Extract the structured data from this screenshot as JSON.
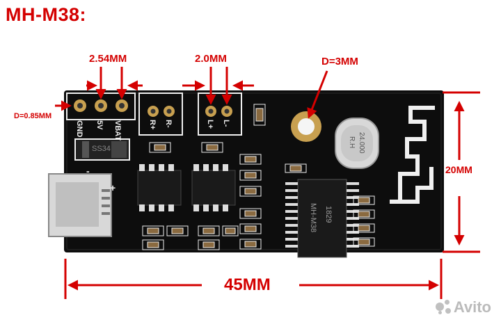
{
  "title": "MH-M38:",
  "dimensions": {
    "pin_pitch": "2.54MM",
    "speaker_pitch": "2.0MM",
    "hole_diameter": "D=3MM",
    "pin_diameter": "D=0.85MM",
    "board_width": "45MM",
    "board_height": "20MM"
  },
  "silkscreen": {
    "pins": [
      "VBAT",
      "5V",
      "GND"
    ],
    "right_channel": [
      "R+",
      "R-"
    ],
    "left_channel": [
      "L+",
      "L-"
    ],
    "usb_plus": "+",
    "usb_minus": "-",
    "diode": "SS34"
  },
  "chips": {
    "bt_chip_name": "MH-M38",
    "bt_chip_code": "1829",
    "crystal_brand": "R.H",
    "crystal_freq": "24.000"
  },
  "watermark": "Avito",
  "colors": {
    "annotation": "#d40000",
    "pcb": "#0d0d0d",
    "silkscreen": "#f0f0f0",
    "gold": "#c8a050"
  }
}
